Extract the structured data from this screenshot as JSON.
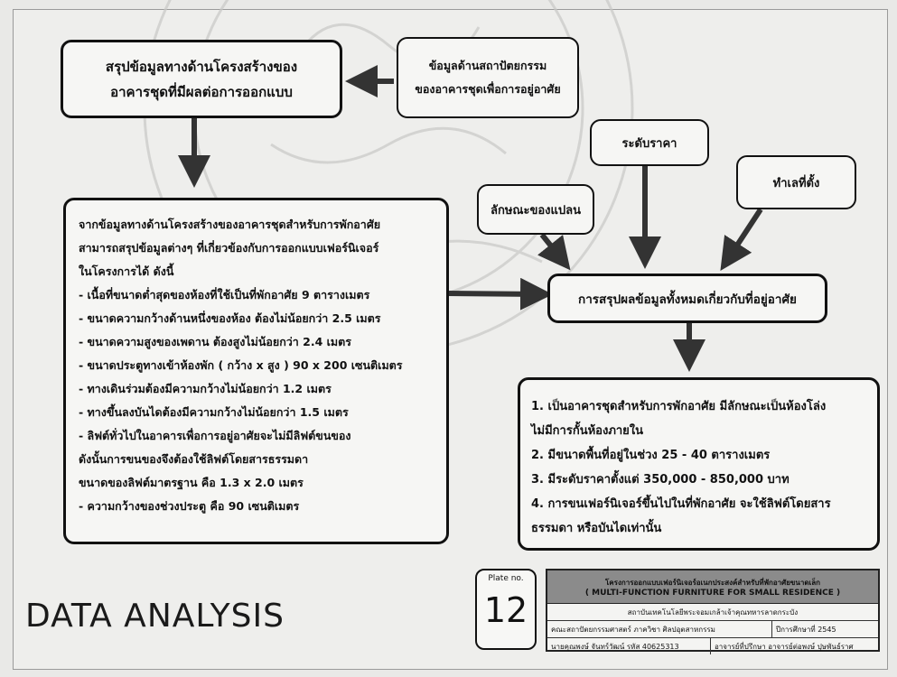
{
  "boxes": {
    "structure_summary": {
      "line1": "สรุปข้อมูลทางด้านโครงสร้างของ",
      "line2": "อาคารชุดที่มีผลต่อการออกแบบ"
    },
    "architecture_data": {
      "line1": "ข้อมูลด้านสถาปัตยกรรม",
      "line2": "ของอาคารชุดเพื่อการอยู่อาศัย"
    },
    "price_level": "ระดับราคา",
    "location": "ทำเลที่ตั้ง",
    "project_character": "ลักษณะของแปลน",
    "conclusion": "การสรุปผลข้อมูลทั้งหมดเกี่ยวกับที่อยู่อาศัย"
  },
  "structure_details": [
    "จากข้อมูลทางด้านโครงสร้างของอาคารชุดสำหรับการพักอาศัย",
    "สามารถสรุปข้อมูลต่างๆ ที่เกี่ยวข้องกับการออกแบบเฟอร์นิเจอร์",
    "ในโครงการได้ ดังนี้",
    "- เนื้อที่ขนาดต่ำสุดของห้องที่ใช้เป็นที่พักอาศัย 9 ตารางเมตร",
    "- ขนาดความกว้างด้านหนึ่งของห้อง ต้องไม่น้อยกว่า 2.5 เมตร",
    "- ขนาดความสูงของเพดาน ต้องสูงไม่น้อยกว่า 2.4 เมตร",
    "- ขนาดประตูทางเข้าห้องพัก ( กว้าง x สูง )     90 x 200  เซนติเมตร",
    "- ทางเดินร่วมต้องมีความกว้างไม่น้อยกว่า 1.2 เมตร",
    "- ทางขึ้นลงบันไดต้องมีความกว้างไม่น้อยกว่า 1.5 เมตร",
    "- ลิฟต์ทั่วไปในอาคารเพื่อการอยู่อาศัยจะไม่มีลิฟต์ขนของ",
    "   ดังนั้นการขนของจึงต้องใช้ลิฟต์โดยสารธรรมดา",
    "   ขนาดของลิฟต์มาตรฐาน คือ 1.3 x 2.0 เมตร",
    "- ความกว้างของช่วงประตู คือ 90  เซนติเมตร"
  ],
  "conclusion_details": [
    "1.  เป็นอาคารชุดสำหรับการพักอาศัย มีลักษณะเป็นห้องโล่ง",
    "     ไม่มีการกั้นห้องภายใน",
    "2.  มีขนาดพื้นที่อยู่ในช่วง  25 - 40 ตารางเมตร",
    "3.  มีระดับราคาตั้งแต่  350,000 - 850,000 บาท",
    "4.  การขนเฟอร์นิเจอร์ขึ้นไปในที่พักอาศัย จะใช้ลิฟต์โดยสาร",
    "     ธรรมดา  หรือบันไดเท่านั้น"
  ],
  "footer": {
    "section_title": "DATA ANALYSIS",
    "plate_label": "Plate no.",
    "plate_number": "12",
    "title_th": "โครงการออกแบบเฟอร์นิเจอร์อเนกประสงค์สำหรับที่พักอาศัยขนาดเล็ก",
    "title_en": "( MULTI-FUNCTION  FURNITURE FOR SMALL RESIDENCE )",
    "institute": "สถาบันเทคโนโลยีพระจอมเกล้าเจ้าคุณทหารลาดกระบัง",
    "faculty": "คณะสถาปัตยกรรมศาสตร์  ภาควิชา ศิลปอุตสาหกรรม",
    "year": "ปีการศึกษาที่ 2545",
    "student": "นายคุณพงษ์ จันทร์วัฒน์   รหัส 40625313",
    "advisor": "อาจารย์ที่ปรึกษา อาจารย์ต่อพงษ์ ปุษพันธ์ราศ"
  }
}
